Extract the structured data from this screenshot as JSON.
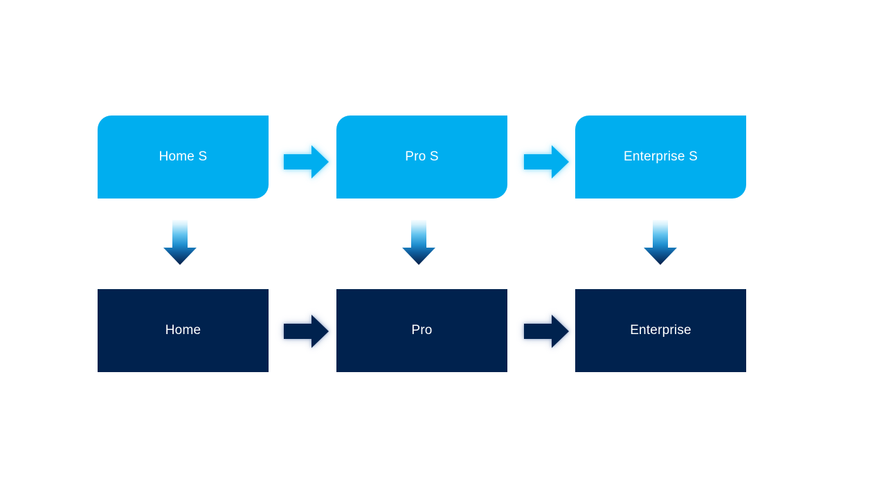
{
  "nodes": {
    "home_s": "Home S",
    "pro_s": "Pro S",
    "enterprise_s": "Enterprise S",
    "home": "Home",
    "pro": "Pro",
    "enterprise": "Enterprise"
  },
  "edges": [
    {
      "from": "Home S",
      "to": "Pro S",
      "direction": "right",
      "style": "light-blue-glow"
    },
    {
      "from": "Pro S",
      "to": "Enterprise S",
      "direction": "right",
      "style": "light-blue-glow"
    },
    {
      "from": "Home",
      "to": "Pro",
      "direction": "right",
      "style": "dark-navy-glow"
    },
    {
      "from": "Pro",
      "to": "Enterprise",
      "direction": "right",
      "style": "dark-navy-glow"
    },
    {
      "from": "Home S",
      "to": "Home",
      "direction": "down",
      "style": "light-to-dark-gradient"
    },
    {
      "from": "Pro S",
      "to": "Pro",
      "direction": "down",
      "style": "light-to-dark-gradient"
    },
    {
      "from": "Enterprise S",
      "to": "Enterprise",
      "direction": "down",
      "style": "light-to-dark-gradient"
    }
  ],
  "colors": {
    "background": "#FFFFFF",
    "top_box_fill": "#00AEEF",
    "bottom_box_fill": "#00224E",
    "text": "#FFFFFF",
    "right_arrow_light": "#00AEEF",
    "right_arrow_dark": "#00224E",
    "down_arrow_gradient_top": "#F7FCFF",
    "down_arrow_gradient_mid": "#1F8FD0",
    "down_arrow_gradient_bottom": "#071E47"
  },
  "icons": {
    "right_arrow": "right-block-arrow",
    "down_arrow": "down-block-arrow-gradient"
  }
}
